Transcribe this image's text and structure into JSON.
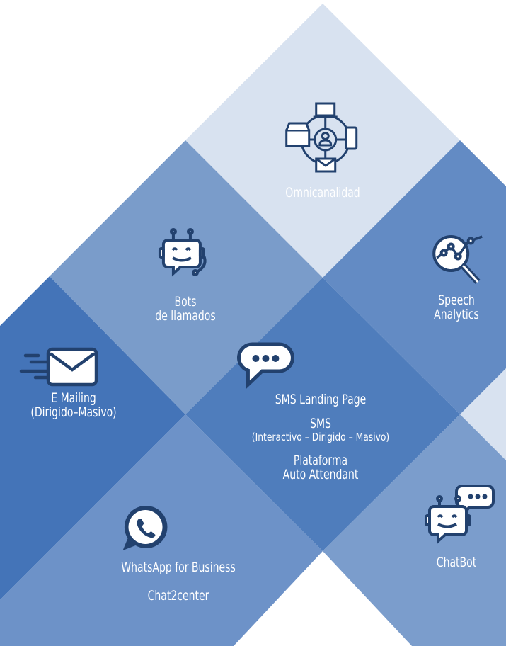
{
  "colors": {
    "background": "#ffffff",
    "tile_lightest": "#d8e2f0",
    "tile_light": "#7a9cca",
    "tile_mid": "#638bc4",
    "tile_dark": "#4474b8",
    "tile_center": "#4f7dbc",
    "tile_whatsapp": "#6d92c8",
    "tile_chatbot": "#7b9dcc",
    "icon_stroke": "#22416e",
    "text": "#ffffff"
  },
  "tiles": {
    "omnicanalidad": {
      "icon": "omnichannel-icon",
      "label": "Omnicanalidad"
    },
    "bots": {
      "icon": "robot-icon",
      "lines": [
        "Bots",
        "de llamados"
      ]
    },
    "speech": {
      "icon": "analytics-magnifier-icon",
      "lines": [
        "Speech",
        "Analytics"
      ]
    },
    "emailing": {
      "icon": "fast-mail-icon",
      "lines": [
        "E Mailing",
        "(Dirigido–Masivo)"
      ]
    },
    "sms": {
      "icon": "chat-bubble-icon",
      "landing": "SMS Landing  Page",
      "sms_title": "SMS",
      "sms_sub": "(Interactivo – Dirigido – Masivo)",
      "platform": [
        "Plataforma",
        "Auto Attendant"
      ]
    },
    "whatsapp": {
      "icon": "whatsapp-icon",
      "label": "WhatsApp for Business",
      "extra": "Chat2center"
    },
    "chatbot": {
      "icon": "chatbot-icon",
      "label": "ChatBot"
    }
  }
}
